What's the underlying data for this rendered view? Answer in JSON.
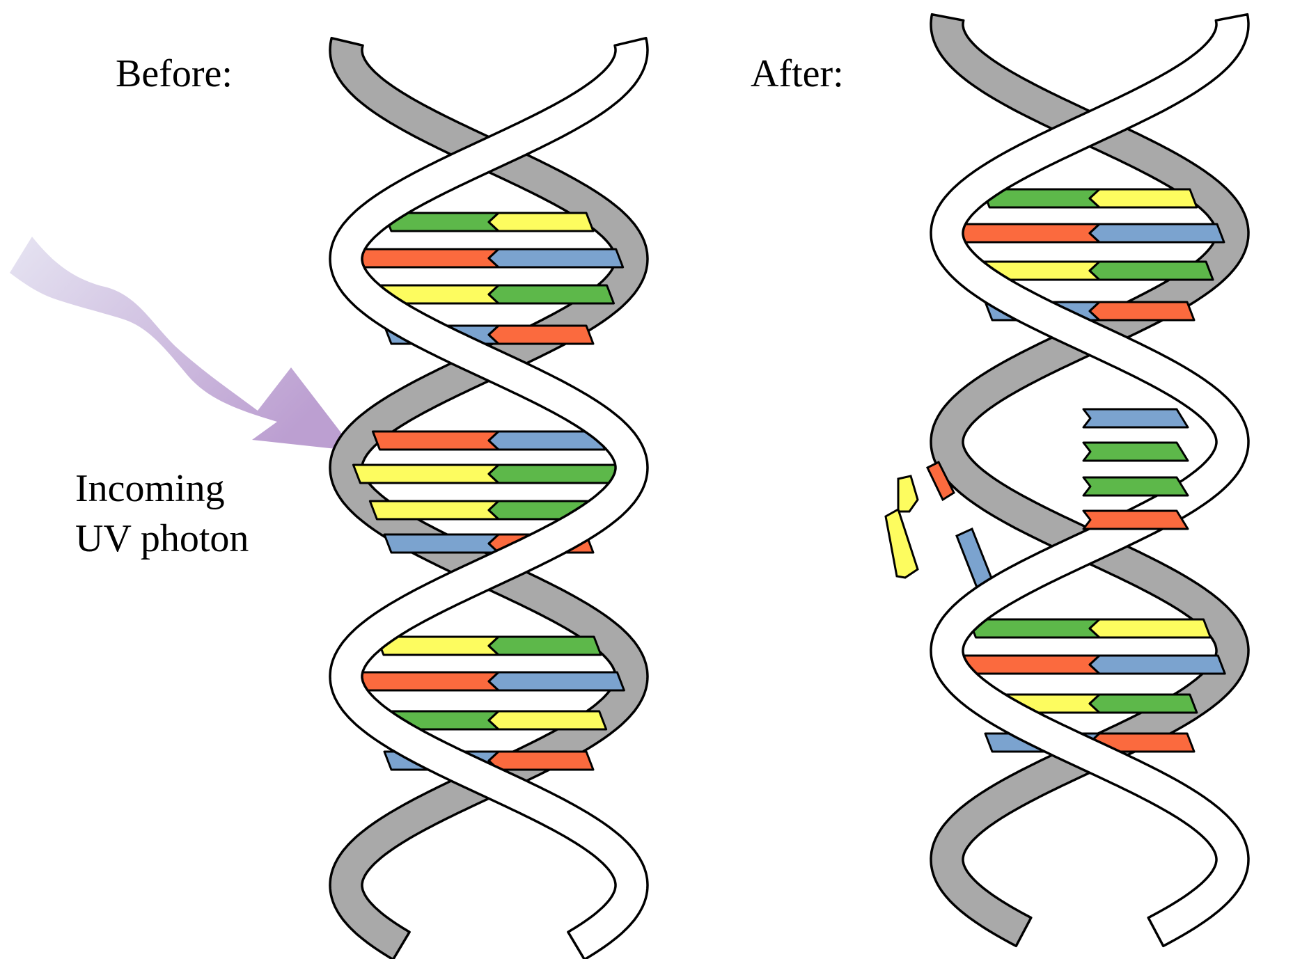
{
  "labels": {
    "before": "Before:",
    "after": "After:",
    "uv_line1": "Incoming",
    "uv_line2": "UV photon"
  },
  "colors": {
    "back_strand": "#a9a9a9",
    "front_strand": "#ffffff",
    "outline": "#000000",
    "base_green": "#5db84a",
    "base_yellow": "#fdfc5f",
    "base_red": "#fb6a3e",
    "base_blue": "#7ba3cf",
    "photon_light": "#e6e4f2",
    "photon_dark": "#bc9fd1"
  },
  "icons": [
    "uv-photon-arrow",
    "dna-double-helix-intact",
    "dna-double-helix-damaged"
  ]
}
